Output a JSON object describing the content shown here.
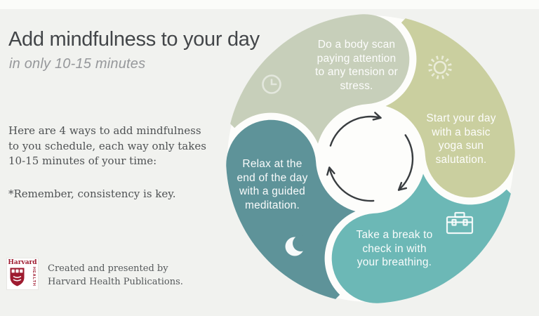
{
  "page": {
    "bg": "#f1f2ef",
    "top_strip_color": "#fbfcf9"
  },
  "header": {
    "title": "Add mindfulness to your day",
    "subtitle": "in only 10-15 minutes"
  },
  "intro": {
    "lines": [
      "Here are 4 ways to add mindfulness",
      "to you schedule, each way only takes",
      "10-15 minutes of your time:"
    ],
    "note": "*Remember, consistency is key."
  },
  "footer": {
    "credit_line1": "Created and presented by",
    "credit_line2": "Harvard Health Publications.",
    "logo": {
      "word": "Harvard",
      "vertical_word": "HEALTH",
      "crimson": "#9e1b30"
    }
  },
  "wheel": {
    "disc_color": "#fdfdfb",
    "arrow_color": "#393d40",
    "center_icon": "cycle-arrows-icon",
    "segments": [
      {
        "id": "body-scan",
        "icon": "clock-icon",
        "color": "#c7cfba",
        "lines": [
          "Do a body scan",
          "paying attention",
          "to any tension or",
          "stress."
        ]
      },
      {
        "id": "yoga",
        "icon": "sun-icon",
        "color": "#cacf9f",
        "lines": [
          "Start your day",
          "with a basic",
          "yoga sun",
          "salutation."
        ]
      },
      {
        "id": "breathing",
        "icon": "briefcase-icon",
        "color": "#6cb8b6",
        "lines": [
          "Take a break to",
          "check in with",
          "your breathing."
        ]
      },
      {
        "id": "meditation",
        "icon": "moon-icon",
        "color": "#5e9399",
        "lines": [
          "Relax at the",
          "end of the day",
          "with a guided",
          "meditation."
        ]
      }
    ]
  }
}
